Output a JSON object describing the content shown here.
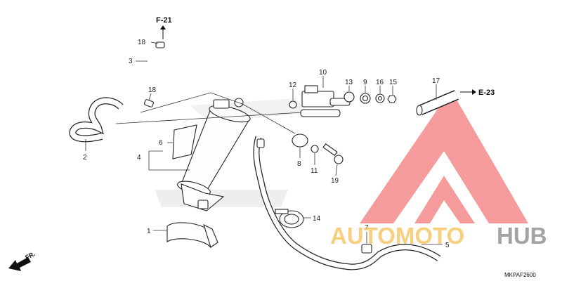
{
  "diagram": {
    "code": "MKPAF2600",
    "refs": {
      "top": "F-21",
      "right": "E-23"
    },
    "direction": "FR.",
    "watermark": {
      "part1": "AUTOMOTO",
      "part2": "HUB",
      "logo_color": "#e84040",
      "text_color": "#f5b945"
    },
    "callouts": {
      "c1": "1",
      "c2": "2",
      "c3": "3",
      "c4": "4",
      "c5": "5",
      "c6": "6",
      "c7": "7",
      "c8": "8",
      "c9": "9",
      "c10": "10",
      "c11": "11",
      "c12": "12",
      "c13": "13",
      "c14": "14",
      "c15": "15",
      "c16": "16",
      "c17": "17",
      "c18a": "18",
      "c18b": "18",
      "c19": "19"
    }
  }
}
